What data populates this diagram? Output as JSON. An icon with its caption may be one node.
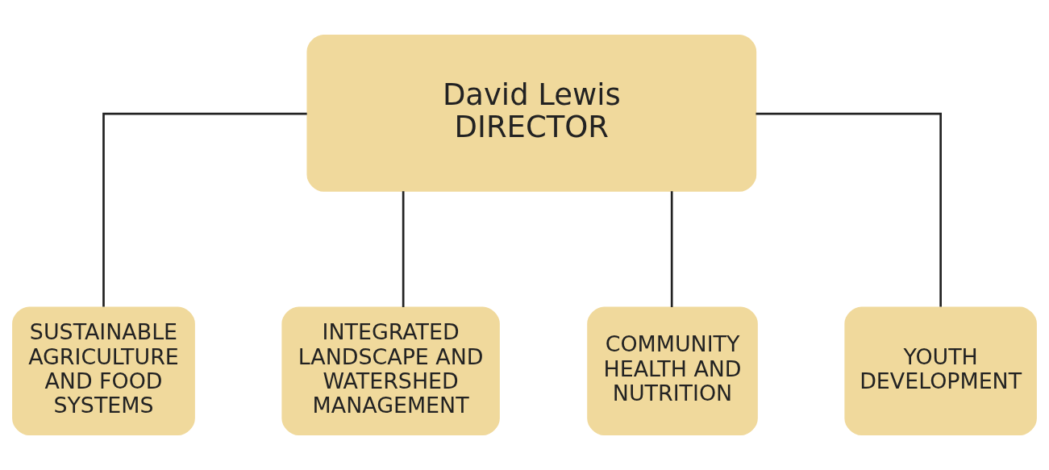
{
  "diagram": {
    "nodes": [
      {
        "text": [
          "David Lewis",
          "DIRECTOR"
        ]
      },
      {
        "text": [
          "SUSTAINABLE AGRICULTURE AND FOOD SYSTEMS"
        ]
      },
      {
        "text": [
          "INTEGRATED LANDSCAPE AND WATERSHED MANAGEMENT"
        ]
      },
      {
        "text": [
          "COMMUNITY HEALTH AND NUTRITION"
        ]
      },
      {
        "text": [
          "YOUTH DEVELOPMENT"
        ]
      }
    ],
    "edges": [
      {
        "from": 0,
        "to": 1,
        "arrow": "none"
      },
      {
        "from": 0,
        "to": 2,
        "arrow": "none"
      },
      {
        "from": 0,
        "to": 3,
        "arrow": "none"
      },
      {
        "from": 0,
        "to": 4,
        "arrow": "none"
      }
    ]
  }
}
